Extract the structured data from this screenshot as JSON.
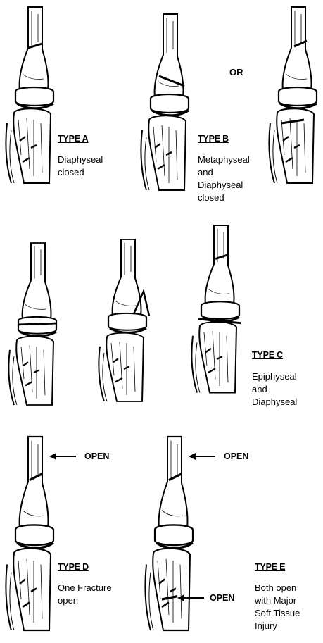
{
  "panels": [
    {
      "type": "TYPE A",
      "description": "Diaphyseal\nclosed"
    },
    {
      "type": "TYPE B",
      "description": "Metaphyseal\nand\nDiaphyseal\nclosed"
    },
    {
      "type": "TYPE C",
      "description": "Epiphyseal\nand\nDiaphyseal"
    },
    {
      "type": "TYPE D",
      "description": "One Fracture\nopen"
    },
    {
      "type": "TYPE E",
      "description": "Both open\nwith Major\nSoft Tissue\nInjury"
    }
  ],
  "or_label": "OR",
  "open_labels": [
    "OPEN",
    "OPEN",
    "OPEN"
  ]
}
